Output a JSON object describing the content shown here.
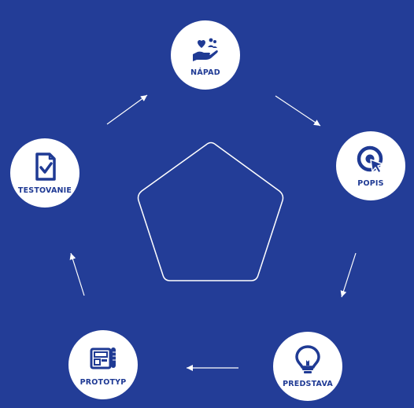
{
  "nodes": [
    {
      "id": "napad",
      "label": "NÁPAD",
      "icon": "heart-hand-people-icon"
    },
    {
      "id": "popis",
      "label": "POPIS",
      "icon": "target-cursor-icon"
    },
    {
      "id": "predstava",
      "label": "PREDSTAVA",
      "icon": "lightbulb-icon"
    },
    {
      "id": "prototyp",
      "label": "PROTOTYP",
      "icon": "blueprint-icon"
    },
    {
      "id": "testovanie",
      "label": "TESTOVANIE",
      "icon": "clipboard-check-icon"
    }
  ],
  "colors": {
    "background": "#233d97",
    "node_fill": "#ffffff",
    "icon_label": "#1f3a94",
    "lines": "#ffffff"
  }
}
